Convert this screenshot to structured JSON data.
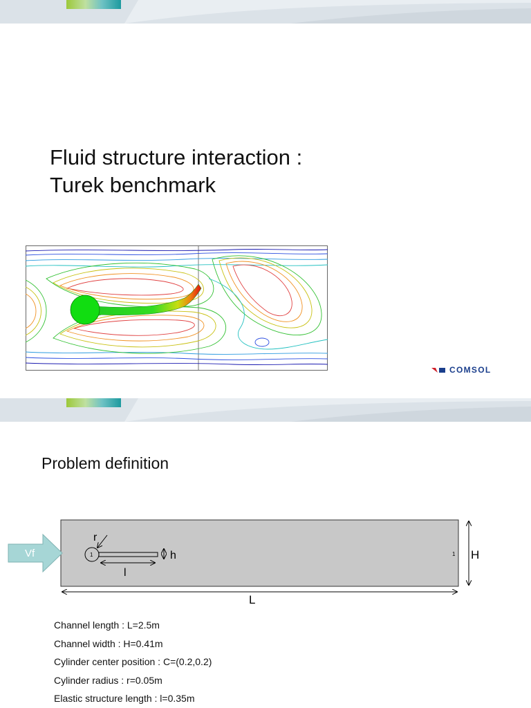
{
  "slide1": {
    "title_line1": "Fluid structure interaction :",
    "title_line2": "Turek benchmark",
    "logo_text": "COMSOL",
    "colors": {
      "banner": "#d9e0e6",
      "logo_blue": "#1a3e8c",
      "logo_red": "#d0202a"
    }
  },
  "slide2": {
    "title": "Problem definition",
    "diagram": {
      "inlet_label": "Vf",
      "radius_label": "r",
      "height_label": "h",
      "length_label": "l",
      "cylinder_label": "1",
      "boundary_label": "1",
      "channel_height_label": "H",
      "channel_length_label": "L"
    },
    "params": [
      "Channel length : L=2.5m",
      "Channel width : H=0.41m",
      "Cylinder center position : C=(0.2,0.2)",
      "Cylinder radius : r=0.05m",
      "Elastic structure length : l=0.35m"
    ],
    "colors": {
      "channel_fill": "#c8c8c8",
      "inlet_arrow": "#a6d6d6"
    }
  }
}
